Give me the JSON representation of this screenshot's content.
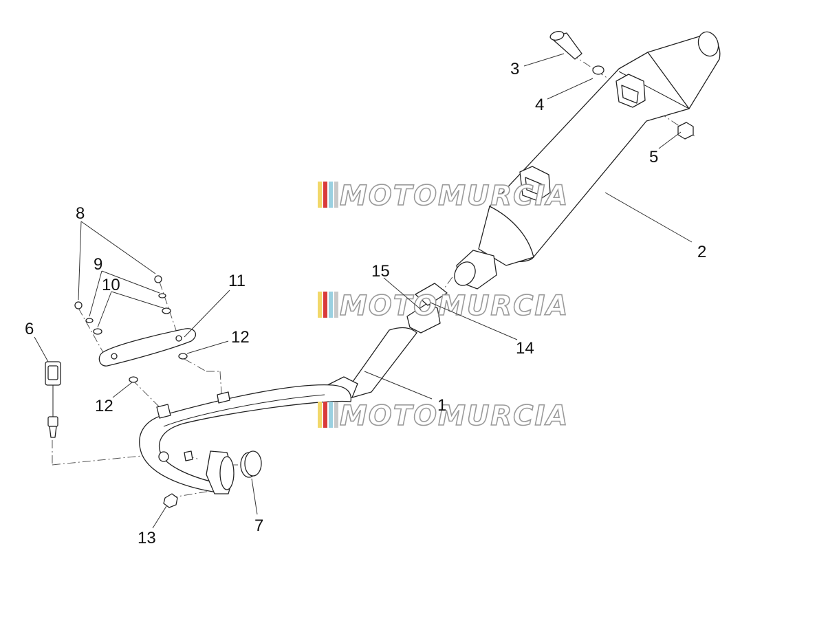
{
  "watermark": {
    "text": "MOTOMURCIA",
    "stripes": [
      "#f2d86a",
      "#d93b3b",
      "#9ad0e0",
      "#c8c8c8"
    ]
  },
  "callouts": [
    {
      "id": "1",
      "label": "1"
    },
    {
      "id": "2",
      "label": "2"
    },
    {
      "id": "3",
      "label": "3"
    },
    {
      "id": "4",
      "label": "4"
    },
    {
      "id": "5",
      "label": "5"
    },
    {
      "id": "6",
      "label": "6"
    },
    {
      "id": "7",
      "label": "7"
    },
    {
      "id": "8",
      "label": "8"
    },
    {
      "id": "9",
      "label": "9"
    },
    {
      "id": "10",
      "label": "10"
    },
    {
      "id": "11",
      "label": "11"
    },
    {
      "id": "12a",
      "label": "12"
    },
    {
      "id": "12b",
      "label": "12"
    },
    {
      "id": "13",
      "label": "13"
    },
    {
      "id": "14",
      "label": "14"
    },
    {
      "id": "15",
      "label": "15"
    }
  ]
}
